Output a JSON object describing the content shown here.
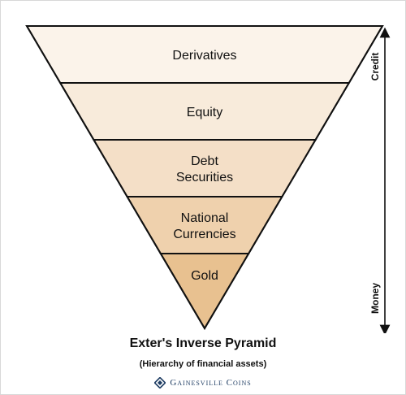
{
  "pyramid": {
    "levels": [
      {
        "label_lines": [
          "Derivatives"
        ],
        "color": "#fbf3ea"
      },
      {
        "label_lines": [
          "Equity"
        ],
        "color": "#f8ebdb"
      },
      {
        "label_lines": [
          "Debt",
          "Securities"
        ],
        "color": "#f4dfc7"
      },
      {
        "label_lines": [
          "National",
          "Currencies"
        ],
        "color": "#efd1ad"
      },
      {
        "label_lines": [
          "Gold"
        ],
        "color": "#e8c190"
      }
    ],
    "outline_color": "#111111"
  },
  "axis": {
    "top_label": "Credit",
    "bottom_label": "Money"
  },
  "caption": {
    "title": "Exter's Inverse Pyramid",
    "subtitle": "(Hierarchy of financial assets)"
  },
  "brand": {
    "name": "Gainesville Coins",
    "logo_icon": "gainesville-coins-logo-icon",
    "color": "#1f3d63"
  }
}
